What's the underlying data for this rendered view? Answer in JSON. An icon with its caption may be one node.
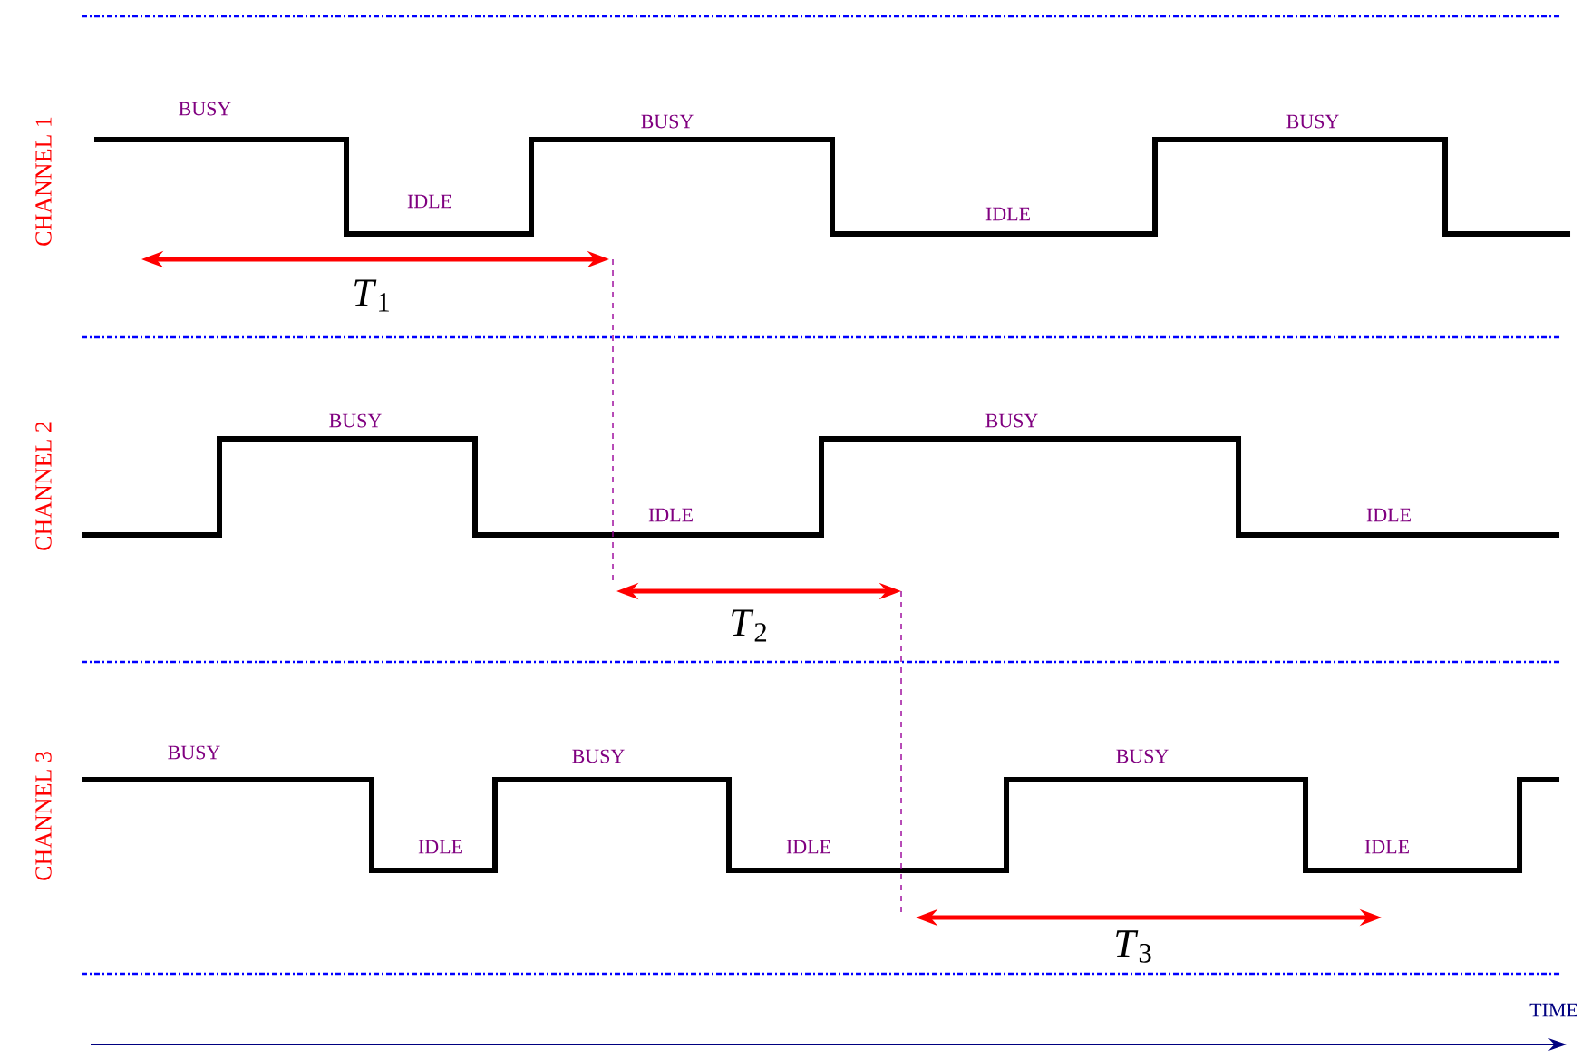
{
  "diagram": {
    "labels": [
      "CHANNEL 1",
      "BUSY",
      "BUSY",
      "BUSY",
      "IDLE",
      "IDLE",
      "*T*$_{1}$",
      "CHANNEL 2",
      "BUSY",
      "BUSY",
      "IDLE",
      "IDLE",
      "*T*$_{2}$",
      "CHANNEL 3",
      "BUSY",
      "BUSY",
      "BUSY",
      "IDLE",
      "IDLE",
      "IDLE",
      "*T*$_{3}$",
      "TIME"
    ]
  }
}
